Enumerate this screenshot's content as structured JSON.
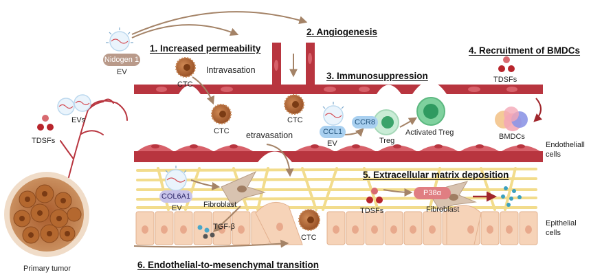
{
  "headings": {
    "increased_permeability": "1. Increased permeability",
    "angiogenesis": "2. Angiogenesis",
    "immunosuppression": "3. Immunosuppression",
    "recruitment_bmdcs": "4. Recruitment of BMDCs",
    "ecm_deposition": "5. Extracellular matrix deposition",
    "emt": "6. Endothelial-to-mesenchymal transition"
  },
  "labels": {
    "nidogen1": "Nidogen 1",
    "ev_nidogen": "EV",
    "ctc_top": "CTC",
    "intravasation": "Intravasation",
    "ctc_lumen_left": "CTC",
    "ctc_lumen_mid": "CTC",
    "etravasation": "etravasation",
    "ccl1": "CCL1",
    "ev_ccl1": "EV",
    "ccr8": "CCR8",
    "treg": "Treg",
    "activated_treg": "Activated Treg",
    "tdsfs_right": "TDSFs",
    "bmdcs": "BMDCs",
    "endothelial_cells_1": "Endotheliall",
    "endothelial_cells_2": "cells",
    "evs_left": "EVs",
    "tdsfs_left": "TDSFs",
    "col6a1": "COL6A1",
    "ev_col6a1": "EV",
    "fibroblast_left": "Fibroblast",
    "tgfb": "TGF-β",
    "ctc_bottom": "CTC",
    "tdsfs_ecm": "TDSFs",
    "p38a": "P38α",
    "fibroblast_right": "Fibroblast",
    "epithelial_cells_1": "Epithelial",
    "epithelial_cells_2": "cells",
    "primary_tumor": "Primary tumor"
  },
  "colors": {
    "vessel": "#b8353f",
    "vessel_dark": "#8f2a31",
    "endothelial_pink": "#d7616a",
    "arrow": "#a48367",
    "fiber": "#f2dc8c",
    "epithelial": "#f6d3b8",
    "tumor": "#b86a36",
    "ctc": "#b66a3a",
    "treg_green": "#2f9a60",
    "pill_gray": "#b99a8a",
    "pill_blue": "#a9d0f0",
    "p38_red": "#e07e82",
    "tdsf_red": "#b8252c",
    "bmdc_blue": "#8d96e6",
    "bmdc_pink": "#f4a8b6",
    "bmdc_orange": "#f3c48c"
  }
}
